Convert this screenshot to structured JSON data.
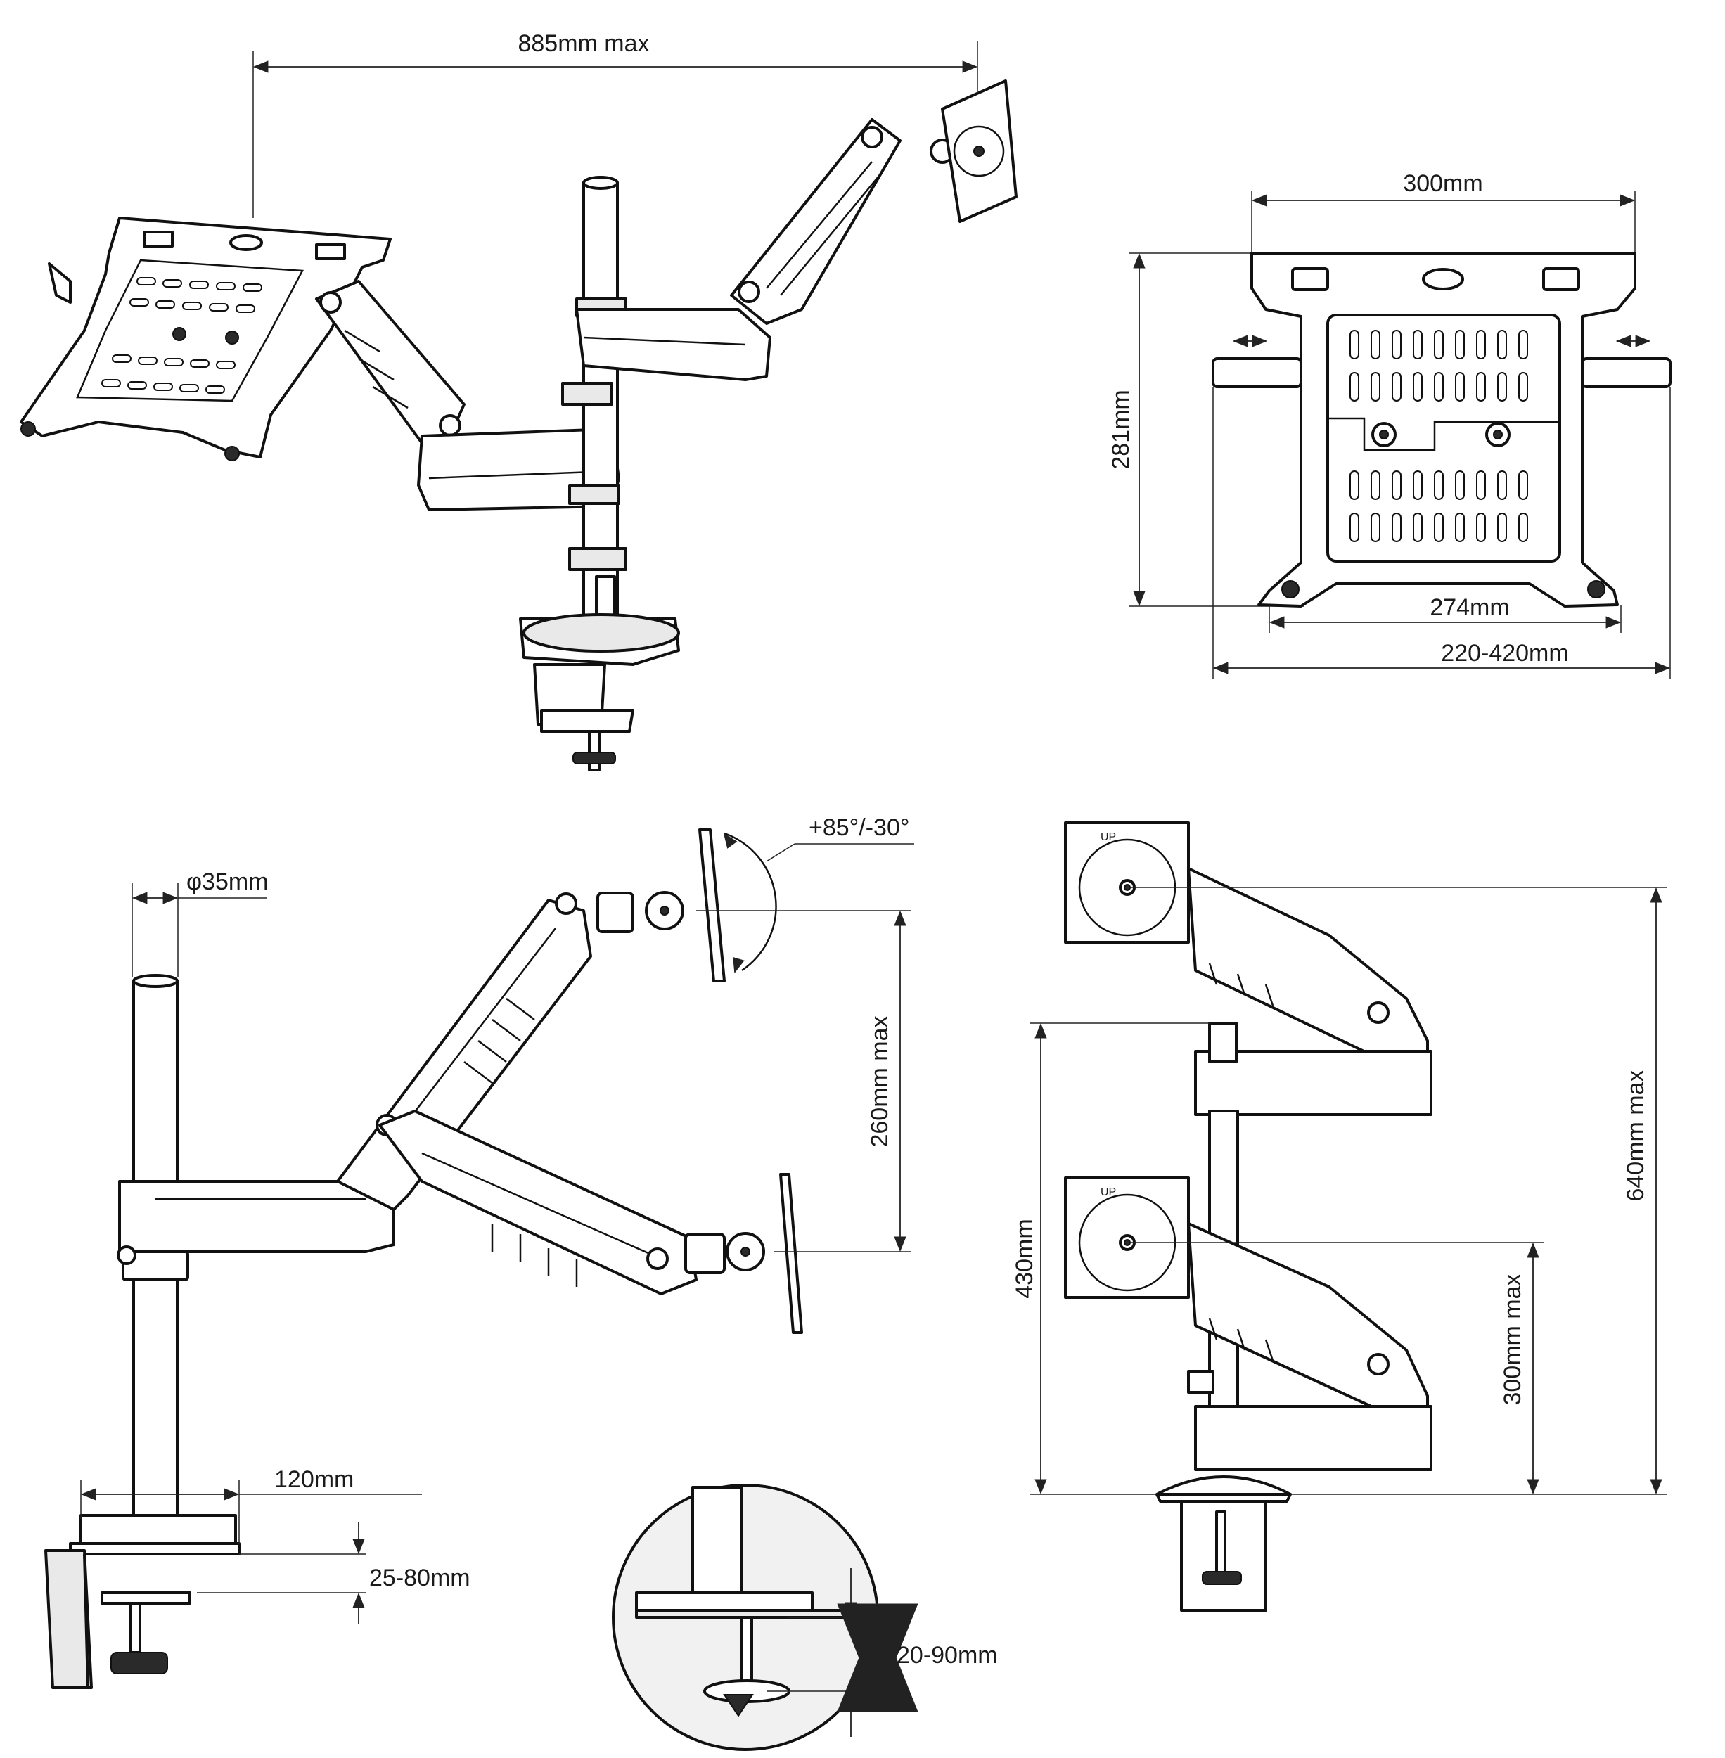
{
  "dimensions": {
    "max_reach": "885mm max",
    "tray_width": "300mm",
    "tray_height": "281mm",
    "tray_inner_width": "274mm",
    "tray_adjust_range": "220-420mm",
    "tilt_range": "+85°/-30°",
    "pole_diameter": "φ35mm",
    "arm_vertical_travel": "260mm max",
    "base_depth": "120mm",
    "clamp_desk_thickness": "25-80mm",
    "grommet_desk_thickness": "20-90mm",
    "lower_mount_height": "430mm",
    "upper_mount_height": "640mm max",
    "arm_height_range": "300mm max"
  },
  "vesa_plate_label": "UP"
}
